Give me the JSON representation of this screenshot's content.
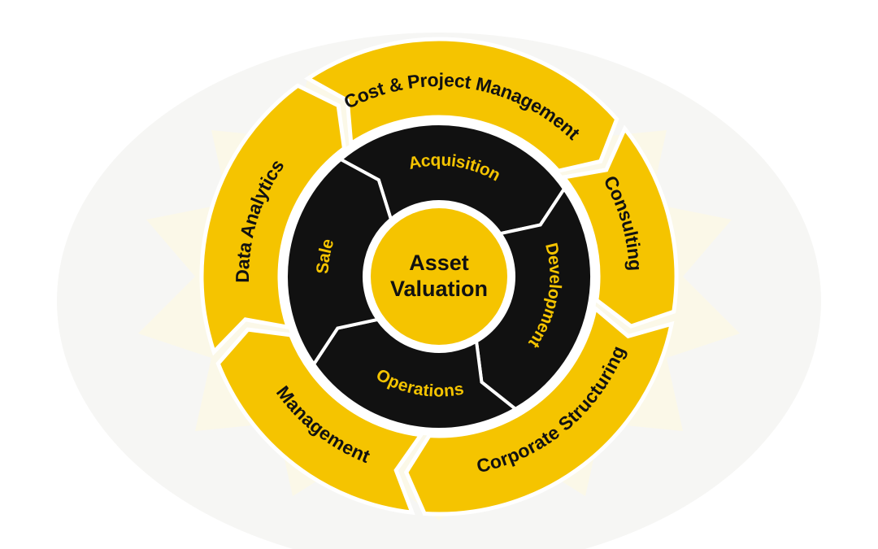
{
  "center": {
    "line1": "Asset",
    "line2": "Valuation"
  },
  "inner_ring": [
    {
      "id": "acquisition",
      "label": "Acquisition"
    },
    {
      "id": "development",
      "label": "Development"
    },
    {
      "id": "operations",
      "label": "Operations"
    },
    {
      "id": "sale",
      "label": "Sale"
    }
  ],
  "outer_ring": [
    {
      "id": "cost-project-management",
      "label": "Cost & Project Management"
    },
    {
      "id": "consulting",
      "label": "Consulting"
    },
    {
      "id": "corporate-structuring",
      "label": "Corporate Structuring"
    },
    {
      "id": "management",
      "label": "Management"
    },
    {
      "id": "data-analytics",
      "label": "Data Analytics"
    }
  ],
  "colors": {
    "yellow": "#F5C400",
    "black": "#111111",
    "background": "#FFFFFF",
    "watermark": "#FBF7E6"
  },
  "icons": {
    "background": "lion-watermark-icon"
  }
}
